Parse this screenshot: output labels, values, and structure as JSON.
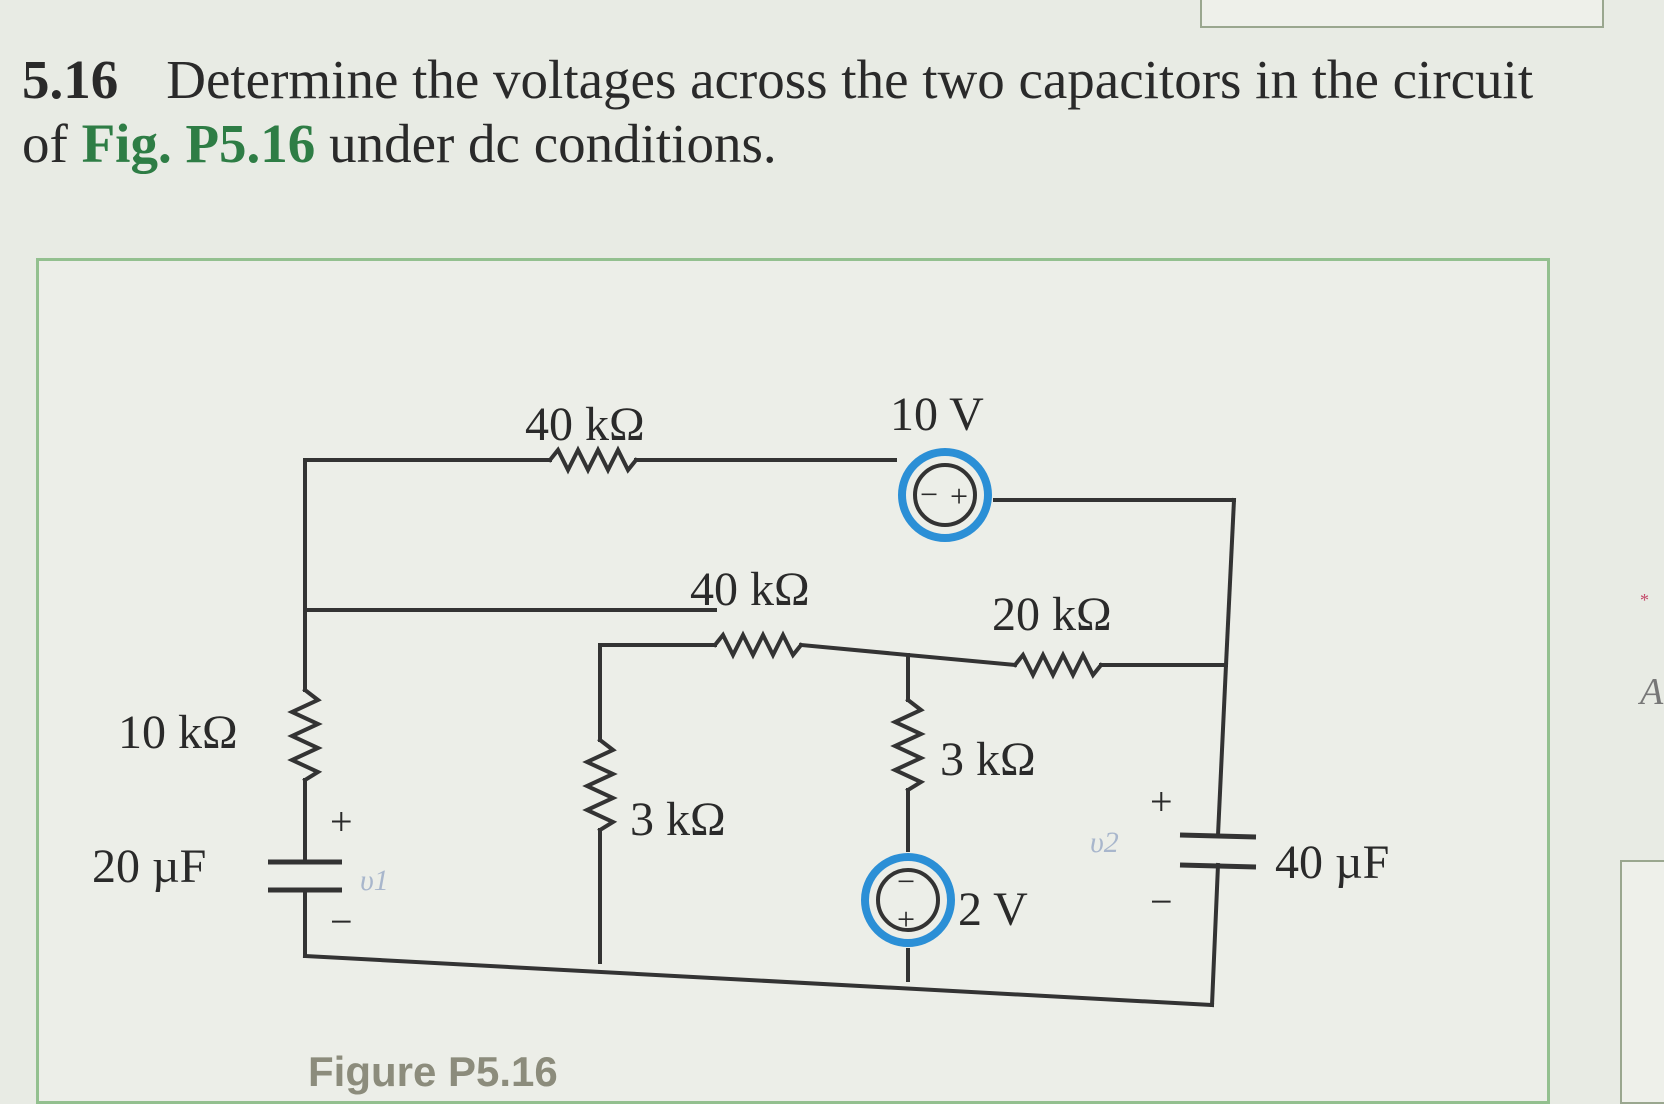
{
  "problem": {
    "number": "5.16",
    "text_before": "Determine the voltages across the two capacitors in the circuit of ",
    "figure_ref": "Fig. P5.16",
    "text_after": " under dc conditions."
  },
  "circuit": {
    "r_top": "40 kΩ",
    "source_top": "10 V",
    "source_top_minus": "−",
    "source_top_plus": "+",
    "r_mid": "40 kΩ",
    "r_right": "20 kΩ",
    "r_left": "10 kΩ",
    "c_left": "20 µF",
    "c_left_plus": "+",
    "c_left_minus": "−",
    "v1_label": "υ1",
    "r_center": "3 kΩ",
    "r_right_vertical": "3 kΩ",
    "source_bottom": "2 V",
    "source_bottom_minus": "−",
    "source_bottom_plus": "+",
    "v2_label": "υ2",
    "c_right": "40 µF",
    "c_right_plus": "+",
    "c_right_minus": "−"
  },
  "caption": "Figure P5.16",
  "side": {
    "mark": "*",
    "letter": "A"
  },
  "colors": {
    "highlight": "#2b8fd6",
    "figure_ref": "#2e7d45",
    "panel_border": "#93c08f"
  }
}
